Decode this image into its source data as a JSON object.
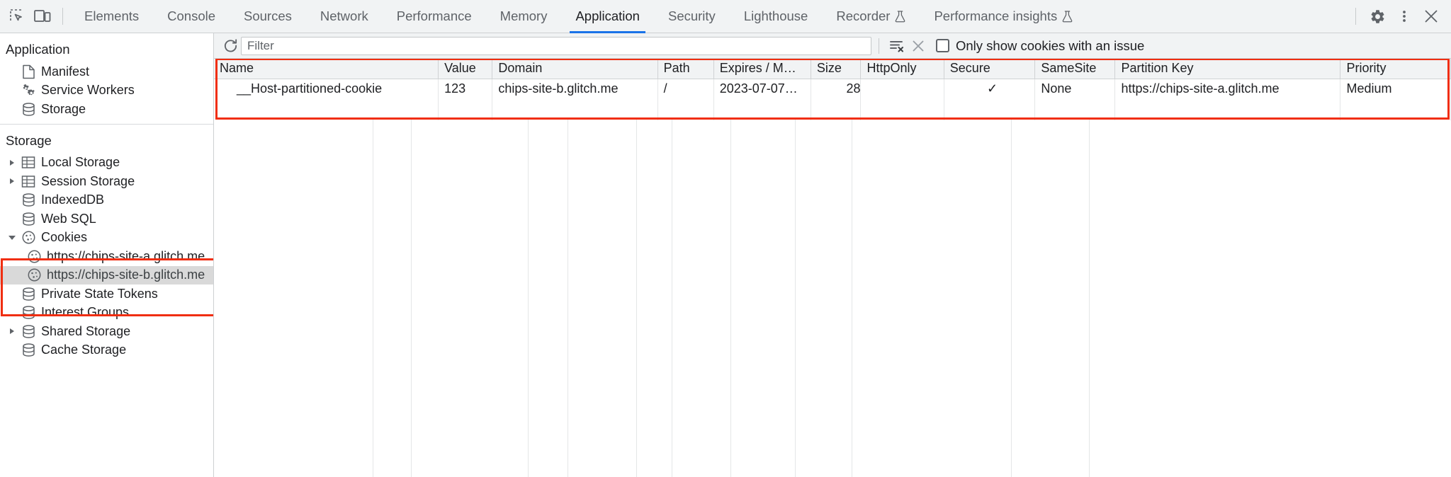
{
  "toolbar": {
    "inspect_icon": "inspect-element-icon",
    "device_icon": "device-toolbar-icon",
    "tabs": [
      {
        "label": "Elements",
        "active": false,
        "experimental": false
      },
      {
        "label": "Console",
        "active": false,
        "experimental": false
      },
      {
        "label": "Sources",
        "active": false,
        "experimental": false
      },
      {
        "label": "Network",
        "active": false,
        "experimental": false
      },
      {
        "label": "Performance",
        "active": false,
        "experimental": false
      },
      {
        "label": "Memory",
        "active": false,
        "experimental": false
      },
      {
        "label": "Application",
        "active": true,
        "experimental": false
      },
      {
        "label": "Security",
        "active": false,
        "experimental": false
      },
      {
        "label": "Lighthouse",
        "active": false,
        "experimental": false
      },
      {
        "label": "Recorder",
        "active": false,
        "experimental": true
      },
      {
        "label": "Performance insights",
        "active": false,
        "experimental": true
      }
    ],
    "settings_icon": "gear-icon",
    "more_icon": "kebab-menu-icon",
    "close_icon": "close-icon",
    "accent_color": "#1a73e8"
  },
  "sidebar": {
    "application_section": {
      "title": "Application",
      "items": [
        {
          "label": "Manifest",
          "icon": "manifest-icon"
        },
        {
          "label": "Service Workers",
          "icon": "service-workers-icon"
        },
        {
          "label": "Storage",
          "icon": "database-icon"
        }
      ]
    },
    "storage_section": {
      "title": "Storage",
      "items": [
        {
          "label": "Local Storage",
          "icon": "table-icon",
          "expandable": true,
          "expanded": false,
          "depth": 1,
          "selected": false
        },
        {
          "label": "Session Storage",
          "icon": "table-icon",
          "expandable": true,
          "expanded": false,
          "depth": 1,
          "selected": false
        },
        {
          "label": "IndexedDB",
          "icon": "database-icon",
          "expandable": false,
          "expanded": false,
          "depth": 1,
          "selected": false
        },
        {
          "label": "Web SQL",
          "icon": "database-icon",
          "expandable": false,
          "expanded": false,
          "depth": 1,
          "selected": false
        },
        {
          "label": "Cookies",
          "icon": "cookie-icon",
          "expandable": true,
          "expanded": true,
          "depth": 1,
          "selected": false
        },
        {
          "label": "https://chips-site-a.glitch.me",
          "icon": "cookie-icon",
          "expandable": false,
          "expanded": false,
          "depth": 2,
          "selected": false
        },
        {
          "label": "https://chips-site-b.glitch.me",
          "icon": "cookie-icon",
          "expandable": false,
          "expanded": false,
          "depth": 2,
          "selected": true
        },
        {
          "label": "Private State Tokens",
          "icon": "database-icon",
          "expandable": false,
          "expanded": false,
          "depth": 1,
          "selected": false
        },
        {
          "label": "Interest Groups",
          "icon": "database-icon",
          "expandable": false,
          "expanded": false,
          "depth": 1,
          "selected": false
        },
        {
          "label": "Shared Storage",
          "icon": "database-icon",
          "expandable": true,
          "expanded": false,
          "depth": 1,
          "selected": false
        },
        {
          "label": "Cache Storage",
          "icon": "database-icon",
          "expandable": false,
          "expanded": false,
          "depth": 1,
          "selected": false
        }
      ]
    }
  },
  "filterbar": {
    "refresh_icon": "refresh-icon",
    "filter_placeholder": "Filter",
    "filter_value": "",
    "clear_filter_icon": "clear-filter-icon",
    "delete_icon": "close-x-icon",
    "issue_checkbox_label": "Only show cookies with an issue",
    "issue_checkbox_checked": false
  },
  "cookie_table": {
    "columns": [
      "Name",
      "Value",
      "Domain",
      "Path",
      "Expires / M…",
      "Size",
      "HttpOnly",
      "Secure",
      "SameSite",
      "Partition Key",
      "Priority"
    ],
    "rows": [
      {
        "name": "__Host-partitioned-cookie",
        "value": "123",
        "domain": "chips-site-b.glitch.me",
        "path": "/",
        "expires": "2023-07-07…",
        "size": "28",
        "http_only": "",
        "secure": "✓",
        "same_site": "None",
        "partition_key": "https://chips-site-a.glitch.me",
        "priority": "Medium"
      }
    ]
  },
  "annotations": {
    "color": "#f02e11",
    "regions": [
      "cookies-tree-highlight",
      "cookie-table-highlight"
    ]
  }
}
